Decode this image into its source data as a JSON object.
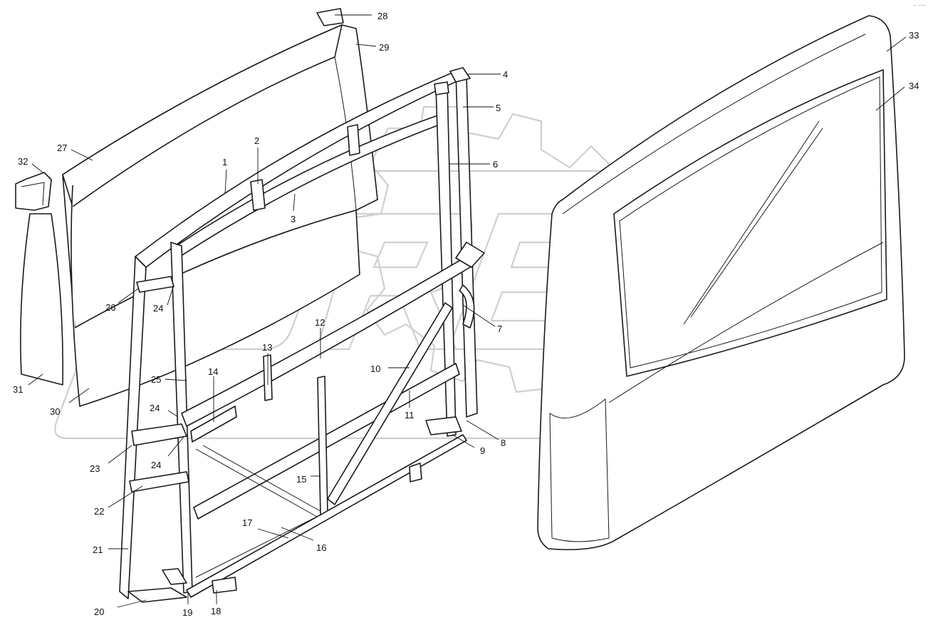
{
  "diagram": {
    "type": "exploded-parts-drawing",
    "watermark_text": "OREX",
    "corner_mark": "~ ~~~",
    "callouts": [
      {
        "id": "c1",
        "label": "1"
      },
      {
        "id": "c2",
        "label": "2"
      },
      {
        "id": "c3",
        "label": "3"
      },
      {
        "id": "c4",
        "label": "4"
      },
      {
        "id": "c5",
        "label": "5"
      },
      {
        "id": "c6",
        "label": "6"
      },
      {
        "id": "c7",
        "label": "7"
      },
      {
        "id": "c8",
        "label": "8"
      },
      {
        "id": "c9",
        "label": "9"
      },
      {
        "id": "c10",
        "label": "10"
      },
      {
        "id": "c11",
        "label": "11"
      },
      {
        "id": "c12",
        "label": "12"
      },
      {
        "id": "c13",
        "label": "13"
      },
      {
        "id": "c14",
        "label": "14"
      },
      {
        "id": "c15",
        "label": "15"
      },
      {
        "id": "c16",
        "label": "16"
      },
      {
        "id": "c17",
        "label": "17"
      },
      {
        "id": "c18",
        "label": "18"
      },
      {
        "id": "c19",
        "label": "19"
      },
      {
        "id": "c20",
        "label": "20"
      },
      {
        "id": "c21",
        "label": "21"
      },
      {
        "id": "c22",
        "label": "22"
      },
      {
        "id": "c23",
        "label": "23"
      },
      {
        "id": "c24a",
        "label": "24"
      },
      {
        "id": "c24b",
        "label": "24"
      },
      {
        "id": "c24c",
        "label": "24"
      },
      {
        "id": "c25",
        "label": "25"
      },
      {
        "id": "c26",
        "label": "26"
      },
      {
        "id": "c27",
        "label": "27"
      },
      {
        "id": "c28",
        "label": "28"
      },
      {
        "id": "c29",
        "label": "29"
      },
      {
        "id": "c30",
        "label": "30"
      },
      {
        "id": "c31",
        "label": "31"
      },
      {
        "id": "c32",
        "label": "32"
      },
      {
        "id": "c33",
        "label": "33"
      },
      {
        "id": "c34",
        "label": "34"
      }
    ],
    "colors": {
      "line": "#1a1a1a",
      "watermark": "#cfcfcf",
      "background": "#ffffff"
    }
  }
}
